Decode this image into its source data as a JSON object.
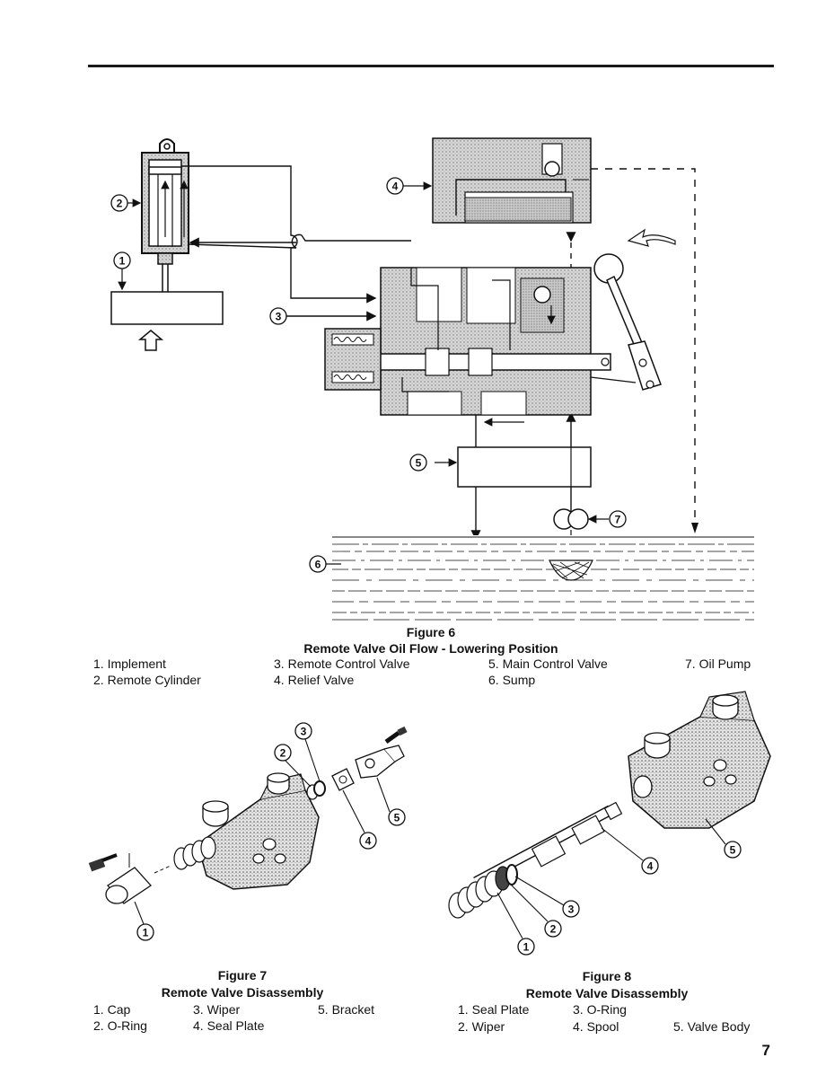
{
  "figure6": {
    "title": "Figure 6",
    "subtitle": "Remote Valve Oil Flow - Lowering Position",
    "callouts": [
      "1",
      "2",
      "3",
      "4",
      "5",
      "6",
      "7"
    ],
    "legend": [
      {
        "num": "1.",
        "label": "Implement"
      },
      {
        "num": "2.",
        "label": "Remote Cylinder"
      },
      {
        "num": "3.",
        "label": "Remote Control Valve"
      },
      {
        "num": "4.",
        "label": "Relief Valve"
      },
      {
        "num": "5.",
        "label": "Main Control Valve"
      },
      {
        "num": "6.",
        "label": "Sump"
      },
      {
        "num": "7.",
        "label": "Oil Pump"
      }
    ]
  },
  "figure7": {
    "title": "Figure 7",
    "subtitle": "Remote Valve Disassembly",
    "callouts": [
      "1",
      "2",
      "3",
      "4",
      "5"
    ],
    "legend": [
      {
        "num": "1.",
        "label": "Cap"
      },
      {
        "num": "2.",
        "label": "O-Ring"
      },
      {
        "num": "3.",
        "label": "Wiper"
      },
      {
        "num": "4.",
        "label": "Seal Plate"
      },
      {
        "num": "5.",
        "label": "Bracket"
      }
    ]
  },
  "figure8": {
    "title": "Figure 8",
    "subtitle": "Remote Valve Disassembly",
    "callouts": [
      "1",
      "2",
      "3",
      "4",
      "5"
    ],
    "legend": [
      {
        "num": "1.",
        "label": "Seal Plate"
      },
      {
        "num": "2.",
        "label": "Wiper"
      },
      {
        "num": "3.",
        "label": "O-Ring"
      },
      {
        "num": "4.",
        "label": "Spool"
      },
      {
        "num": "5.",
        "label": "Valve Body"
      }
    ]
  },
  "page_number": "7"
}
